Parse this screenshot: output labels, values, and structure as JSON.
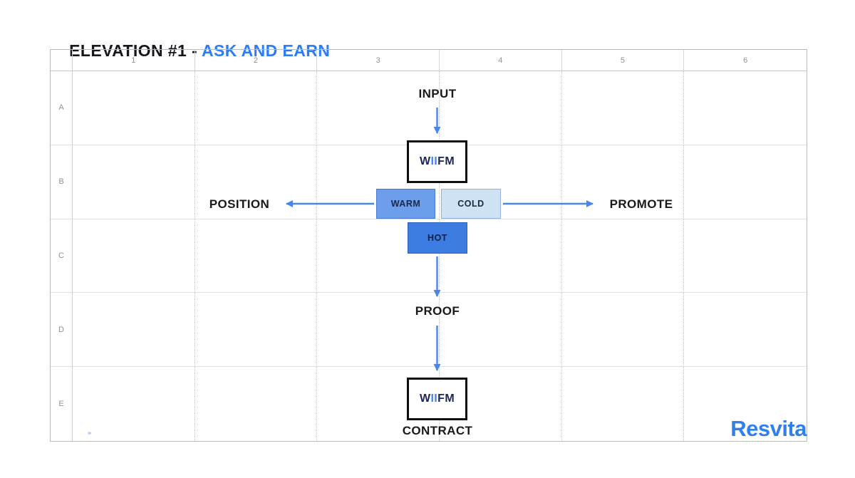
{
  "title": {
    "prefix": "ELEVATION #1 - ",
    "highlight": "ASK AND EARN"
  },
  "grid": {
    "columns": [
      "1",
      "2",
      "3",
      "4",
      "5",
      "6"
    ],
    "rows": [
      "A",
      "B",
      "C",
      "D",
      "E"
    ]
  },
  "diagram": {
    "input_label": "INPUT",
    "wiifm_top": {
      "w": "W",
      "ii": "II",
      "fm": "FM"
    },
    "position_label": "POSITION",
    "warm_label": "WARM",
    "cold_label": "COLD",
    "promote_label": "PROMOTE",
    "hot_label": "HOT",
    "proof_label": "PROOF",
    "wiifm_bottom": {
      "w": "W",
      "ii": "II",
      "fm": "FM"
    },
    "contract_label": "CONTRACT"
  },
  "logo": {
    "text": "Resvita"
  },
  "colors": {
    "accent_blue": "#2b7cf5",
    "arrow_blue": "#4a86e8",
    "ii_blue": "#4285f4",
    "navy_text": "#1d2556",
    "warm_fill": "#6d9eeb",
    "warm_border": "#4b79c9",
    "cold_fill": "#cfe2f3",
    "cold_border": "#91b3dd",
    "hot_fill": "#3d7ce0",
    "hot_border": "#2f62b8",
    "logo_blue": "#2f80ed"
  }
}
